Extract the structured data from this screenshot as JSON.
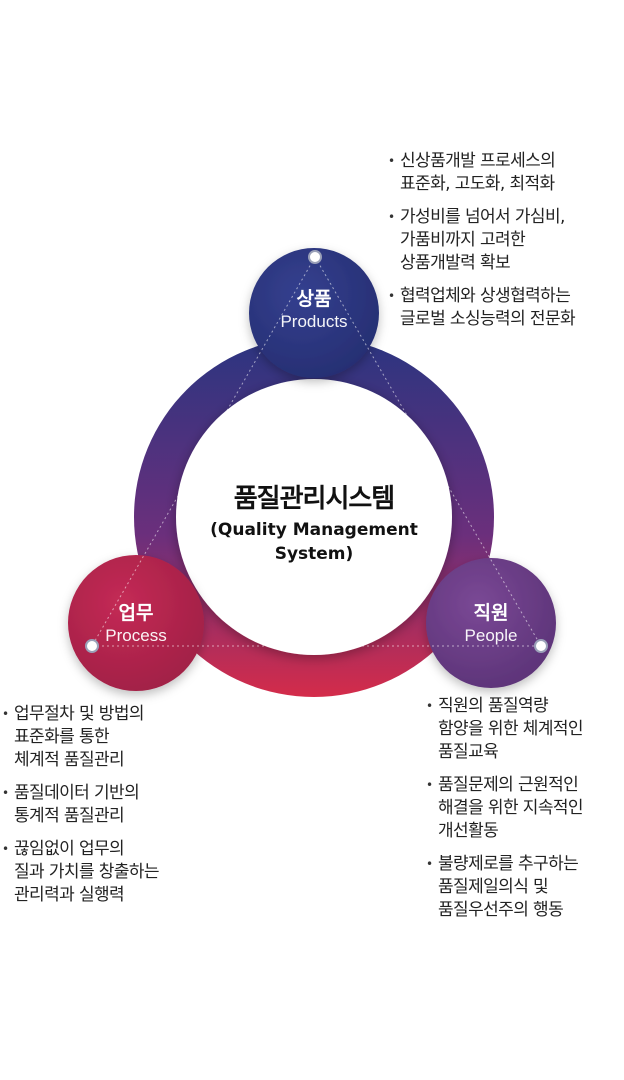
{
  "center": {
    "title": "품질관리시스템",
    "subtitle_line1": "(Quality Management",
    "subtitle_line2": "System)"
  },
  "nodes": [
    {
      "id": "products",
      "label_ko": "상품",
      "label_en": "Products",
      "color": "#2b3580"
    },
    {
      "id": "process",
      "label_ko": "업무",
      "label_en": "Process",
      "color": "#b3234e"
    },
    {
      "id": "people",
      "label_ko": "직원",
      "label_en": "People",
      "color": "#6a3d86"
    }
  ],
  "ring_colors": [
    "#2b3580",
    "#6b2f7c",
    "#d42c4a"
  ],
  "lists": {
    "products": [
      "신상품개발 프로세스의\n표준화, 고도화, 최적화",
      "가성비를 넘어서 가심비,\n가품비까지 고려한\n상품개발력 확보",
      "협력업체와 상생협력하는\n글로벌 소싱능력의 전문화"
    ],
    "process": [
      "업무절차 및 방법의\n표준화를 통한\n체계적 품질관리",
      "품질데이터 기반의\n통계적 품질관리",
      "끊임없이 업무의\n질과 가치를 창출하는\n관리력과 실행력"
    ],
    "people": [
      "직원의 품질역량\n함양을 위한 체계적인\n품질교육",
      "품질문제의 근원적인\n해결을 위한 지속적인\n개선활동",
      "불량제로를 추구하는\n품질제일의식 및\n품질우선주의 행동"
    ]
  }
}
